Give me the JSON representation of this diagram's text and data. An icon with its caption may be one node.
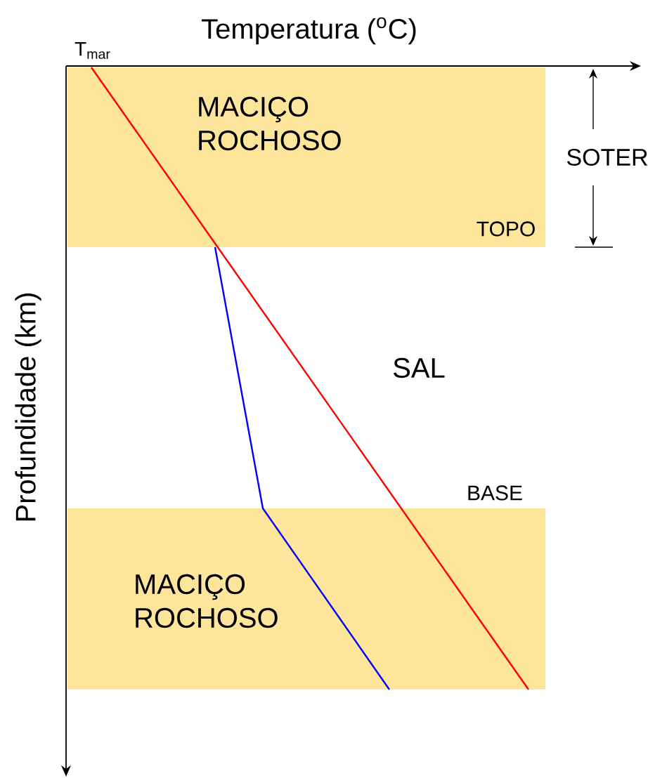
{
  "diagram": {
    "nodes": [
      {
        "text": [
          "MACIÇO ROCHOSO"
        ]
      },
      {
        "text": [
          "MACIÇO ROCHOSO"
        ]
      }
    ],
    "labels": [
      "Temperatura ($^{o}$C)",
      "T$_{mar}$",
      "SOTER",
      "TOPO",
      "SAL",
      "BASE",
      "Profundidade (km)"
    ]
  }
}
